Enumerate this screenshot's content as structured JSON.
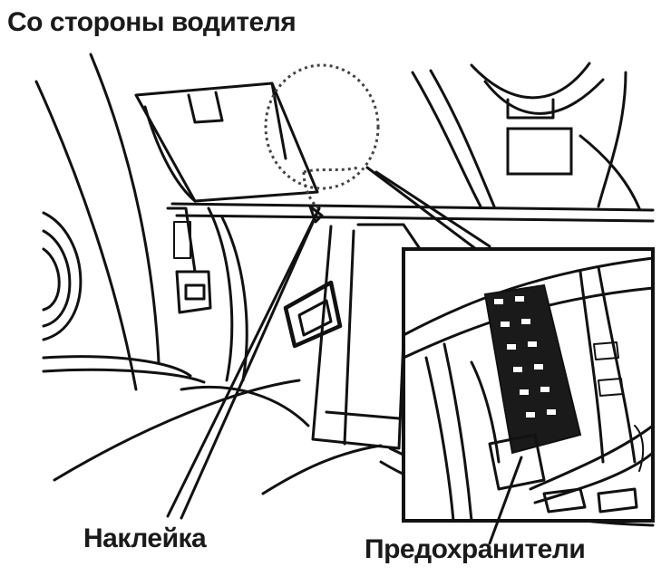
{
  "labels": {
    "title": "Со стороны водителя",
    "sticker": "Наклейка",
    "fuses": "Предохранители"
  },
  "colors": {
    "ink": "#111111",
    "background": "#ffffff"
  }
}
